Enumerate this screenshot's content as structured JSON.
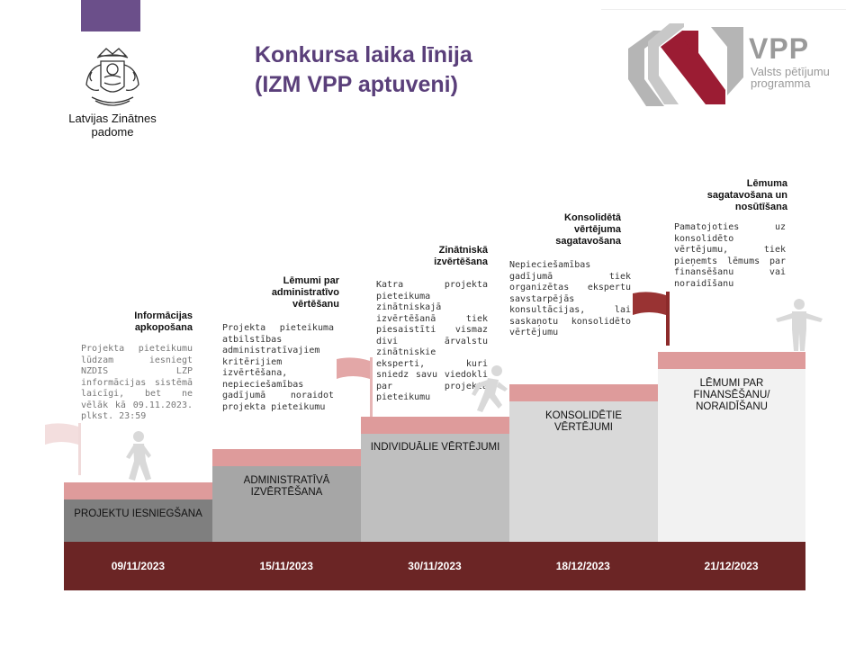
{
  "header": {
    "title_line1": "Konkursa laika līnija",
    "title_line2": "(IZM VPP aptuveni)"
  },
  "logos": {
    "lzp_name": "Latvijas Zinātnes padome",
    "vpp_abbr": "VPP",
    "vpp_name": "Valsts pētījumu programma"
  },
  "timeline": {
    "steps": [
      {
        "label": "PROJEKTU IESNIEGŠANA",
        "date": "09/11/2023",
        "heading": "Informācijas apkopošana",
        "description": "Projekta pieteikumu lūdzam iesniegt NZDIS LZP informācijas sistēmā laicīgi, bet ne vēlāk kā 09.11.2023. plkst. 23:59"
      },
      {
        "label": "ADMINISTRATĪVĀ IZVĒRTĒŠANA",
        "date": "15/11/2023",
        "heading": "Lēmumi par administratīvo vērtēšanu",
        "description": "Projekta pieteikuma atbilstības administratīvajiem kritērijiem izvērtēšana, nepieciešamības gadījumā noraidot projekta pieteikumu"
      },
      {
        "label": "INDIVIDUĀLIE VĒRTĒJUMI",
        "date": "30/11/2023",
        "heading": "Zinātniskā izvērtēšana",
        "description": "Katra projekta pieteikuma zinātniskajā izvērtēšanā tiek piesaistīti vismaz divi ārvalstu zinātniskie eksperti, kuri sniedz savu viedokli par projekta pieteikumu"
      },
      {
        "label": "KONSOLIDĒTIE VĒRTĒJUMI",
        "date": "18/12/2023",
        "heading": "Konsolidētā vērtējuma sagatavošana",
        "description": "Nepieciešamības gadījumā tiek organizētas ekspertu savstarpējās konsultācijas, lai saskaņotu konsolidēto vērtējumu"
      },
      {
        "label": "LĒMUMI PAR FINANSĒŠANU/ NORAIDĪŠANU",
        "date": "21/12/2023",
        "heading": "Lēmuma sagatavošana un nosūtīšana",
        "description": "Pamatojoties uz konsolidēto vērtējumu, tiek pieņemts lēmums par finansēšanu vai noraidīšanu"
      }
    ]
  },
  "colors": {
    "title": "#5a3f7a",
    "accent_purple": "#6b4f8a",
    "band": "#6b2525",
    "step_bar": "#de9b9b",
    "vpp_red": "#9b1c33",
    "vpp_gray": "#9a9a9a"
  },
  "icons": [
    "lzp-coat-of-arms-icon",
    "vpp-logo-icon",
    "flag-icon",
    "walking-person-icon",
    "running-person-icon",
    "standing-person-icon"
  ]
}
